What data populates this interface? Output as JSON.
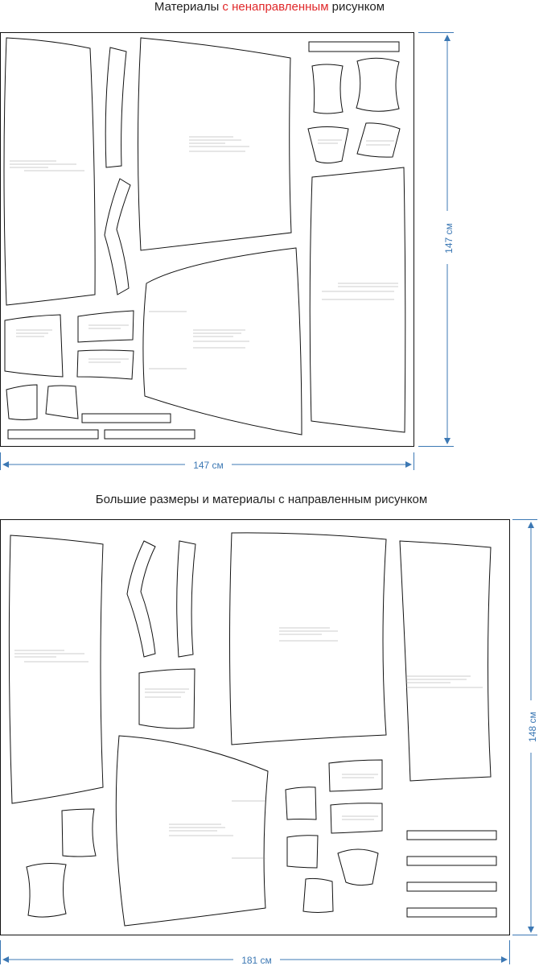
{
  "layout1": {
    "title_prefix": "Материалы ",
    "title_highlight": "с ненаправленным",
    "title_suffix": " рисунком",
    "width_label": "147 см",
    "height_label": "147 см"
  },
  "layout2": {
    "title": "Большие размеры и материалы с направленным рисунком",
    "width_label": "181 см",
    "height_label": "148 см"
  },
  "colors": {
    "dimension": "#3c78b4",
    "highlight": "#e0282a",
    "outline": "#111111"
  }
}
